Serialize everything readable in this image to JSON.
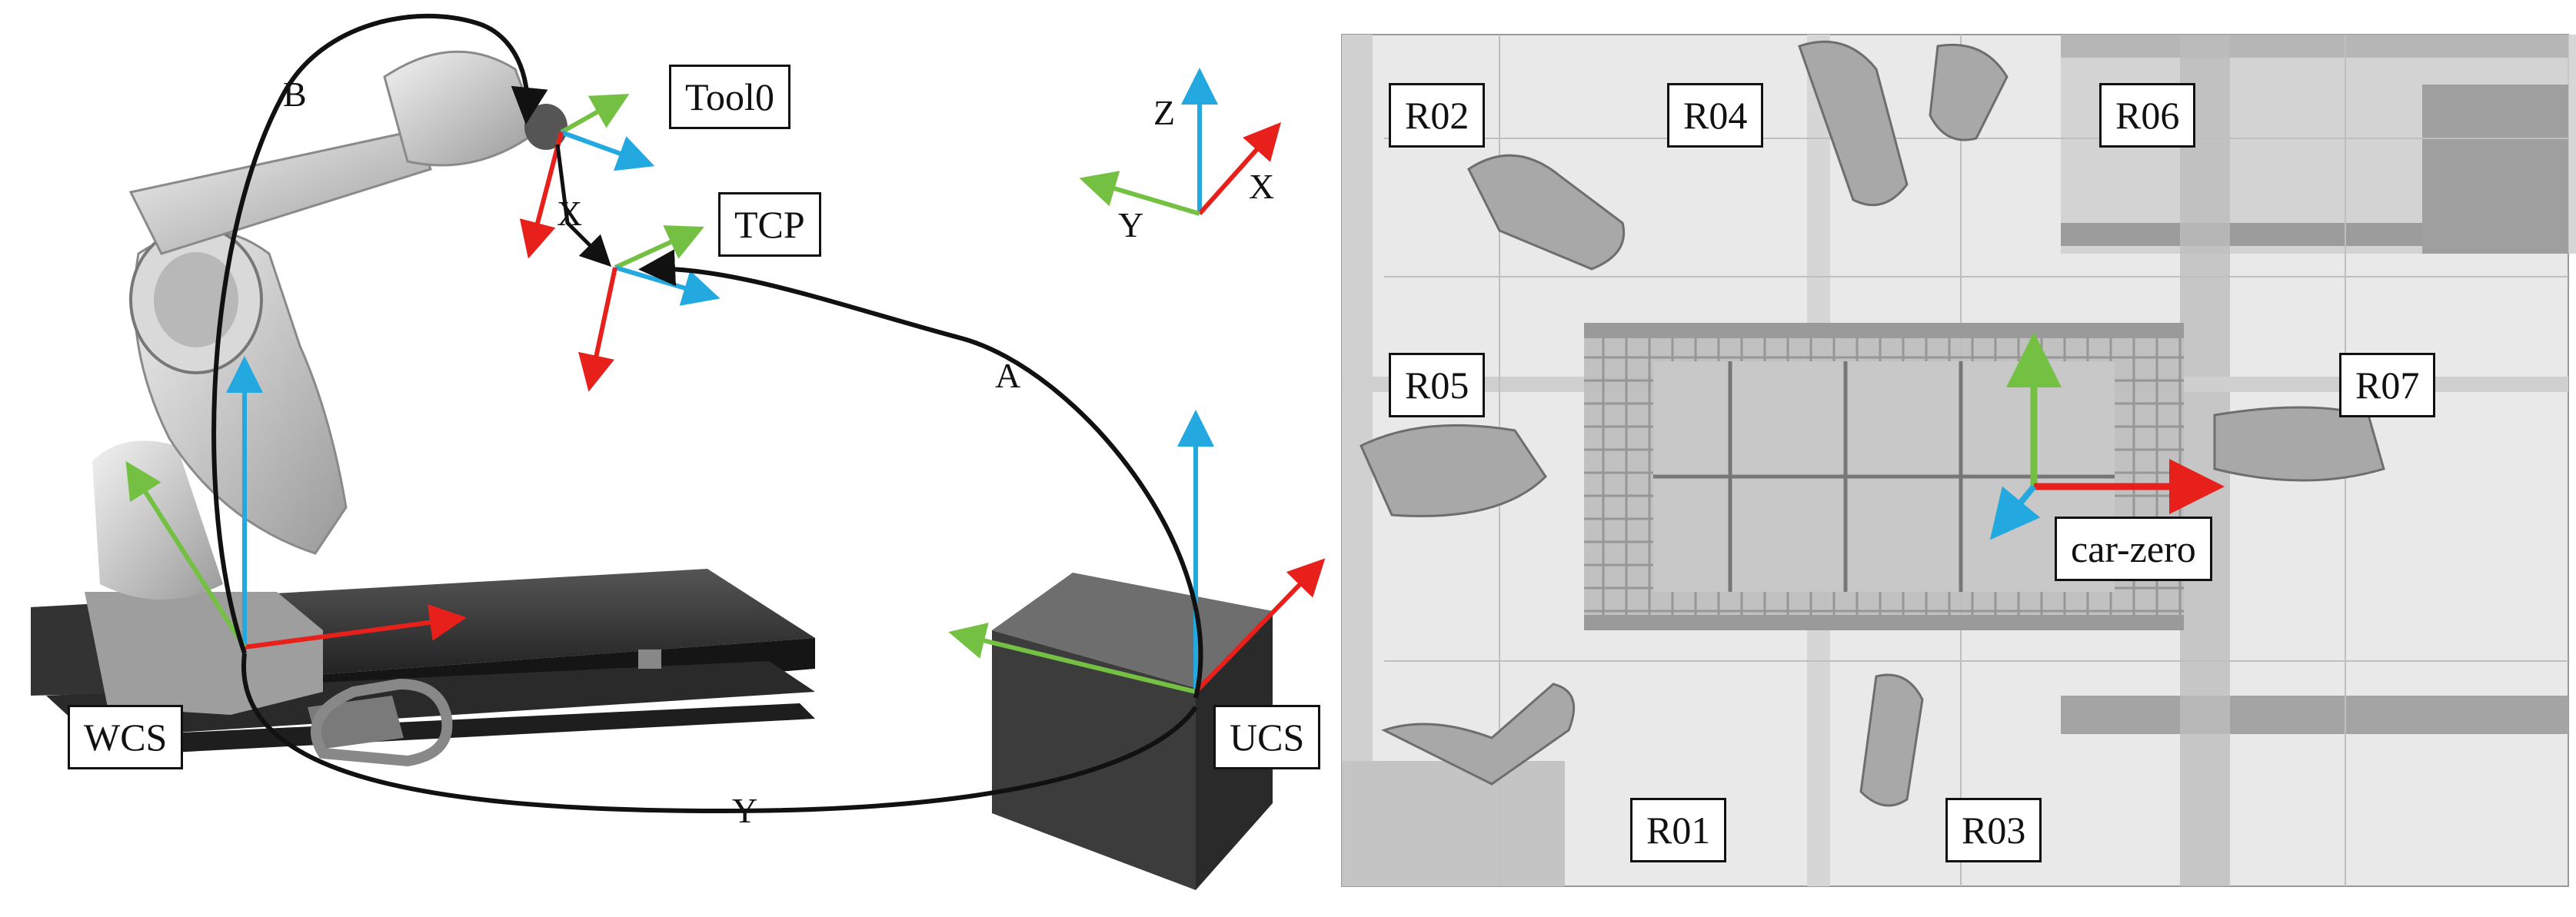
{
  "left_panel": {
    "frames": {
      "tool0": "Tool0",
      "tcp": "TCP",
      "wcs": "WCS",
      "ucs": "UCS"
    },
    "axis_legend": {
      "z": "Z",
      "x": "X",
      "y": "Y"
    },
    "transforms": {
      "a": "A",
      "b": "B",
      "x": "X",
      "y": "Y"
    }
  },
  "right_panel": {
    "robots": [
      "R02",
      "R04",
      "R06",
      "R05",
      "R07",
      "R01",
      "R03"
    ],
    "car_zero": "car-zero"
  },
  "colors": {
    "x_axis": "#e8201c",
    "y_axis": "#74c043",
    "z_axis": "#23a9e0",
    "arrow": "#111111"
  }
}
